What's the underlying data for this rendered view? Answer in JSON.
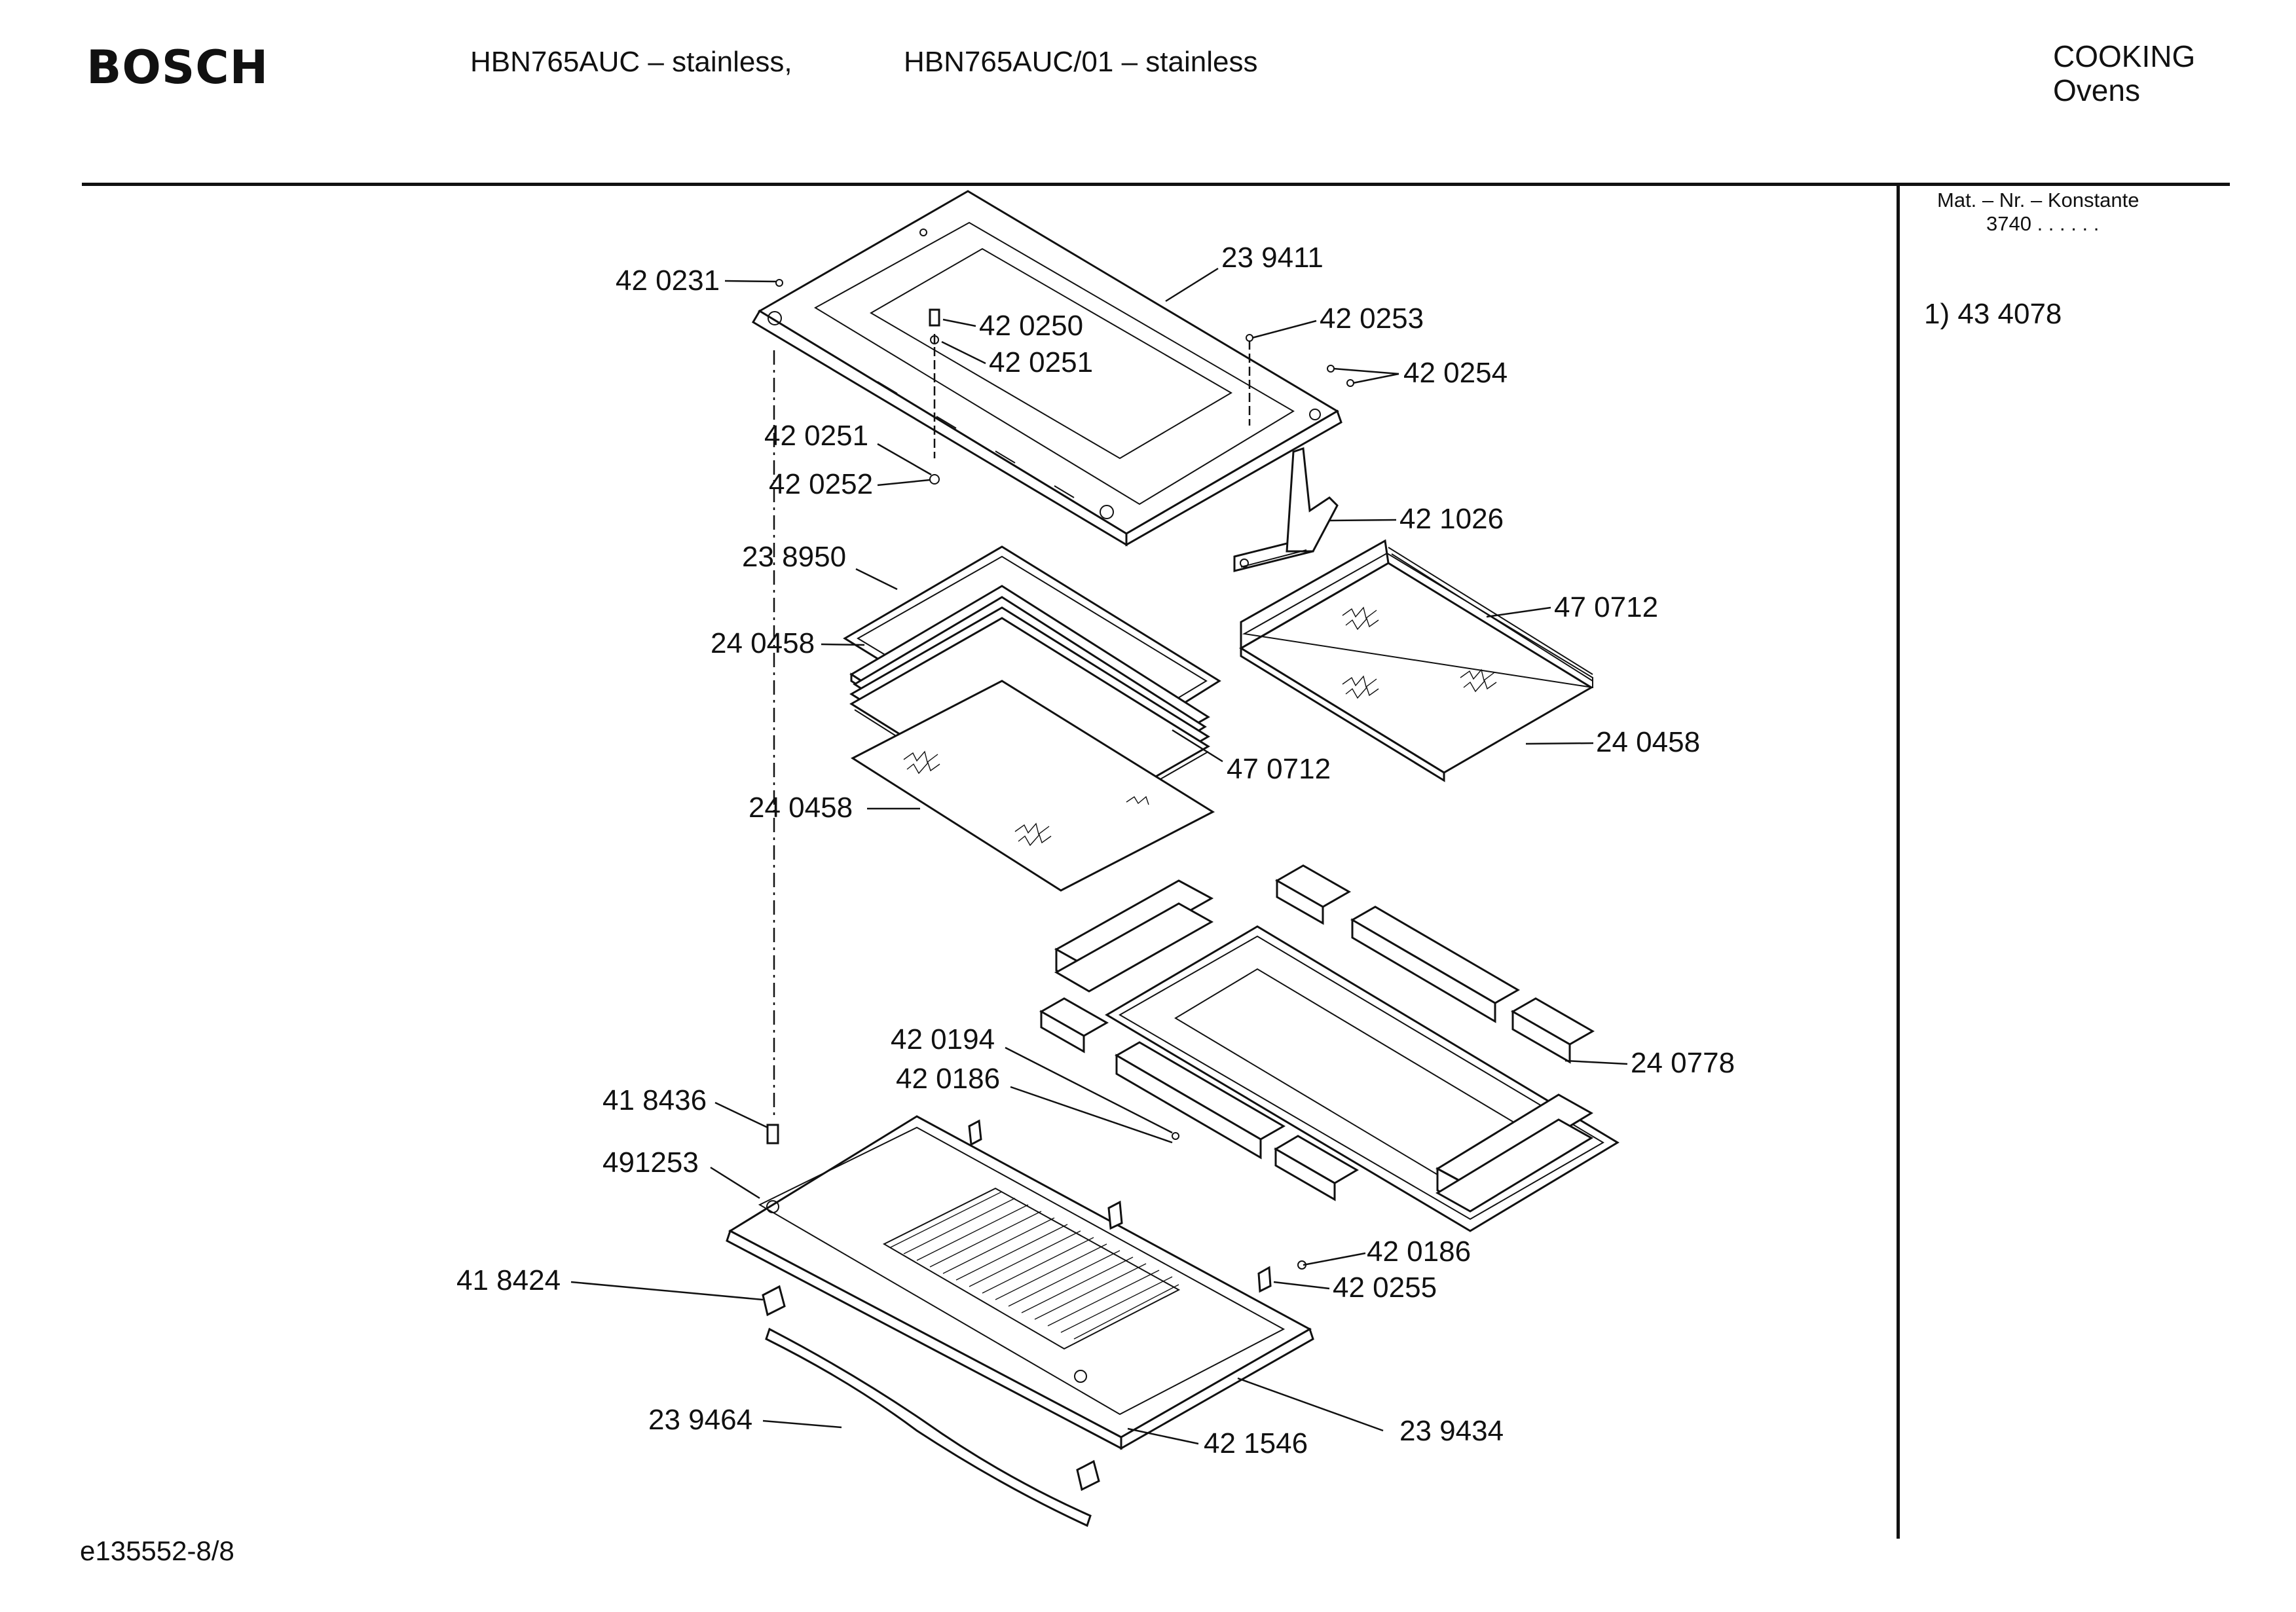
{
  "header": {
    "brand": "BOSCH",
    "model_left": "HBN765AUC – stainless,",
    "model_right": "HBN765AUC/01 – stainless",
    "category_line1": "COOKING",
    "category_line2": "Ovens"
  },
  "sidebar": {
    "heading": "Mat. – Nr. – Konstante",
    "constant": "3740  .  .  .  .  .  .",
    "note": "1) 43 4078"
  },
  "footer": {
    "drawing_id": "e135552-8/8"
  },
  "part_labels": [
    "42 0231",
    "23 9411",
    "42 0250",
    "42 0251",
    "42 0253",
    "42 0254",
    "42 0251",
    "42 0252",
    "42 1026",
    "23 8950",
    "47 0712",
    "24 0458",
    "47 0712",
    "24 0458",
    "24 0458",
    "24 0778",
    "42 0194",
    "42 0186",
    "41 8436",
    "491253",
    "42 0186",
    "42 0255",
    "41 8424",
    "23 9464",
    "23 9434",
    "42 1546"
  ]
}
